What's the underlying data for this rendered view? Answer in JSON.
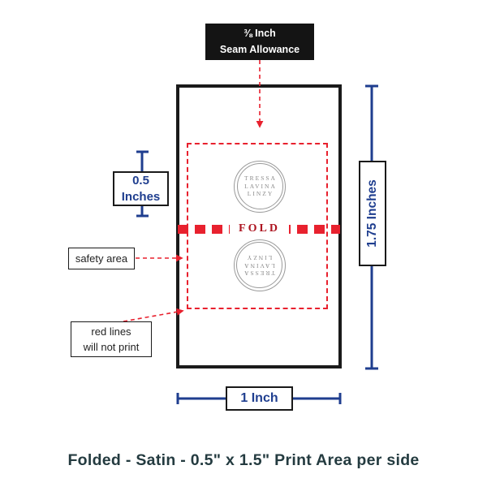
{
  "colors": {
    "outline": "#1a1a1a",
    "red": "#e8212e",
    "navy": "#1f3e8f",
    "fold_red": "#ad1420",
    "caption": "#243b40",
    "emblem": "#8b8b8b"
  },
  "callouts": {
    "seam": {
      "line1": "⅜ Inch",
      "line2": "Seam Allowance"
    },
    "safety": "safety area",
    "red_lines": {
      "line1": "red lines",
      "line2": "will not print"
    }
  },
  "dimensions": {
    "fold_half": {
      "line1": "0.5",
      "line2": "Inches"
    },
    "height": "1.75 Inches",
    "width": "1 Inch"
  },
  "fold": {
    "label": "FOLD"
  },
  "emblem": {
    "line1": "TRESSA",
    "line2": "LAVINA",
    "line3": "LINZY"
  },
  "caption": "Folded - Satin - 0.5\" x 1.5\" Print Area per side"
}
